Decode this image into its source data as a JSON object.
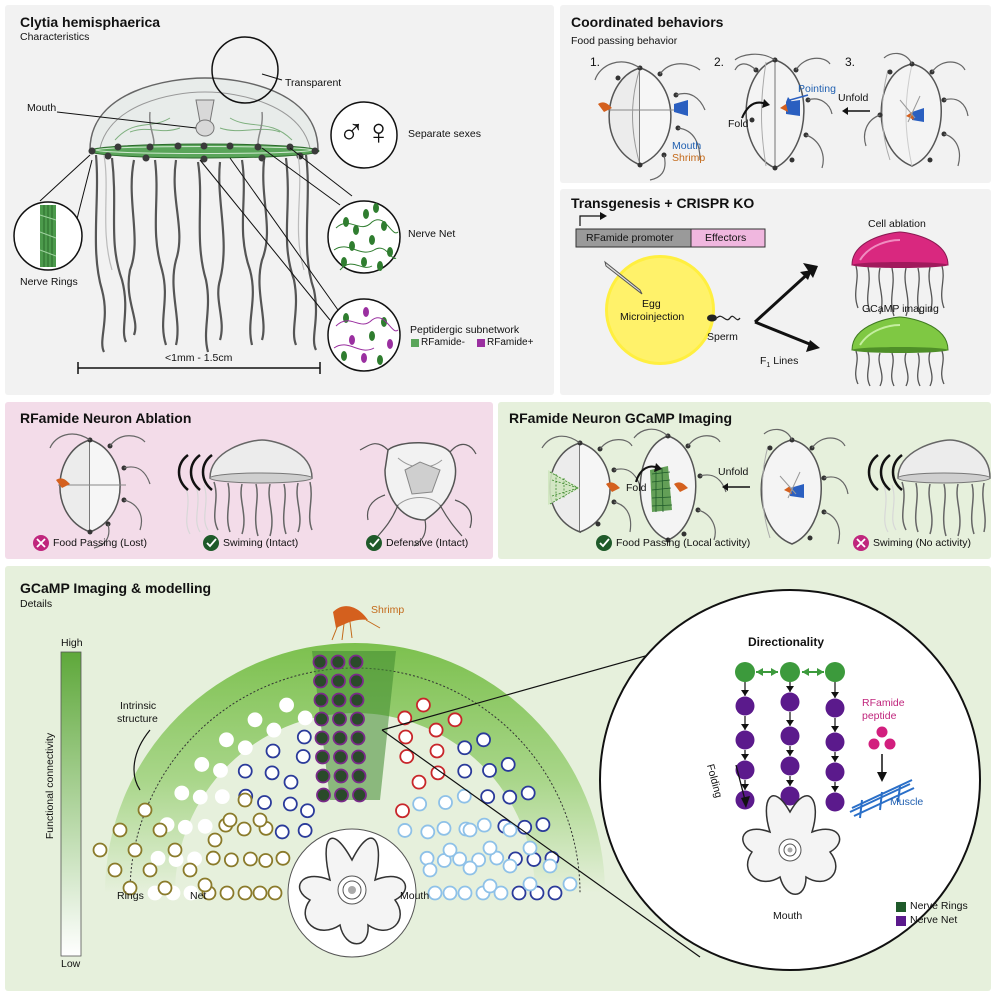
{
  "panel_a": {
    "title": "Clytia hemisphaerica",
    "subtitle": "Characteristics",
    "transparent": "Transparent",
    "mouth": "Mouth",
    "sexes": "Separate sexes",
    "nerve_net": "Nerve Net",
    "nerve_rings": "Nerve Rings",
    "peptidergic": "Peptidergic subnetwork",
    "rfa_minus": "RFamide-",
    "rfa_plus": "RFamide+",
    "scale": "<1mm - 1.5cm",
    "sex_symbols": "♂♀"
  },
  "panel_b": {
    "title": "Coordinated behaviors",
    "subtitle": "Food passing behavior",
    "step1": "1.",
    "step2": "2.",
    "step3": "3.",
    "mouth": "Mouth",
    "shrimp": "Shrimp",
    "fold": "Fold",
    "pointing": "Pointing",
    "unfold": "Unfold"
  },
  "panel_c": {
    "title": "Transgenesis + CRISPR KO",
    "promoter": "RFamide promoter",
    "effectors": "Effectors",
    "egg_line1": "Egg",
    "egg_line2": "Microinjection",
    "sperm": "Sperm",
    "f1_prefix": "F",
    "f1_sub": "1",
    "f1_suffix": " Lines",
    "ablation": "Cell ablation",
    "gcamp": "GCaMP imaging"
  },
  "panel_d": {
    "title": "RFamide Neuron Ablation",
    "r1": "Food Passing (Lost)",
    "r2": "Swiming (Intact)",
    "r3": "Defensive (Intact)"
  },
  "panel_e": {
    "title": "RFamide Neuron GCaMP Imaging",
    "fold": "Fold",
    "unfold": "Unfold",
    "r1": "Food Passing (Local activity)",
    "r2": "Swiming (No activity)"
  },
  "panel_f": {
    "title": "GCaMP Imaging & modelling",
    "subtitle": "Details",
    "shrimp": "Shrimp",
    "high": "High",
    "low": "Low",
    "fc": "Functional connectivity",
    "intrinsic_line1": "Intrinsic",
    "intrinsic_line2": "structure",
    "rings": "Rings",
    "net": "Net",
    "mouth": "Mouth",
    "dir_title": "Directionality",
    "rfa_line1": "RFamide",
    "rfa_line2": "peptide",
    "muscle": "Muscle",
    "folding": "Folding",
    "mouth2": "Mouth",
    "leg_rings": "Nerve Rings",
    "leg_net": "Nerve Net"
  },
  "colors": {
    "green": "#3c9a3c",
    "dark_green": "#1f5a2a",
    "purple": "#5b1a8c",
    "magenta": "#c0267d",
    "blue": "#1f5fb0",
    "orange": "#c46a1a",
    "panel_grey": "#f2f2f2",
    "panel_pink": "#f3dce9",
    "panel_green": "#e6f0dc"
  }
}
